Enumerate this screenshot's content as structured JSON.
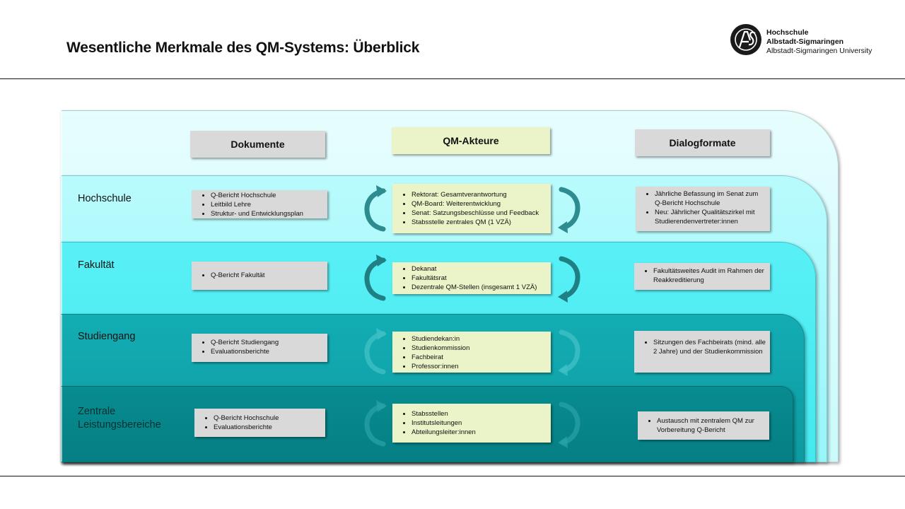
{
  "title": "Wesentliche Merkmale des QM-Systems: Überblick",
  "logo": {
    "line1": "Hochschule",
    "line2": "Albstadt-Sigmaringen",
    "line3": "Albstadt-Sigmaringen University",
    "mark": "AS"
  },
  "headers": {
    "dokumente": "Dokumente",
    "akteure": "QM-Akteure",
    "dialog": "Dialogformate"
  },
  "rows": [
    {
      "label": "Hochschule",
      "dokumente": [
        "Q-Bericht Hochschule",
        "Leitbild Lehre",
        "Struktur- und Entwicklungsplan"
      ],
      "akteure": [
        "Rektorat: Gesamtverantwortung",
        "QM-Board: Weiterentwicklung",
        "Senat: Satzungsbeschlüsse und Feedback",
        "Stabsstelle zentrales QM (1 VZÄ)"
      ],
      "dialog": [
        "Jährliche Befassung im Senat zum Q-Bericht Hochschule",
        "Neu: Jährlicher Qualitätszirkel mit Studierendenvertreter:innen"
      ]
    },
    {
      "label": "Fakultät",
      "dokumente": [
        "Q-Bericht Fakultät"
      ],
      "akteure": [
        "Dekanat",
        "Fakultätsrat",
        "Dezentrale QM-Stellen (insgesamt 1 VZÄ)"
      ],
      "dialog": [
        "Fakultätsweites Audit im Rahmen der Reakkreditierung"
      ]
    },
    {
      "label": "Studiengang",
      "dokumente": [
        "Q-Bericht Studiengang",
        "Evaluationsberichte"
      ],
      "akteure": [
        "Studiendekan:in",
        "Studienkommission",
        "Fachbeirat",
        "Professor:innen"
      ],
      "dialog": [
        "Sitzungen des Fachbeirats (mind. alle 2 Jahre) und der Studienkommission"
      ]
    },
    {
      "label_lines": [
        "Zentrale",
        "Leistungsbereiche"
      ],
      "dokumente": [
        "Q-Bericht Hochschule",
        "Evaluationsberichte"
      ],
      "akteure": [
        "Stabsstellen",
        "Institutsleitungen",
        "Abteilungsleiter:innen"
      ],
      "dialog": [
        "Austausch mit zentralem QM zur Vorbereitung Q-Bericht"
      ]
    }
  ],
  "colors": {
    "band_top": "#d8fcfd",
    "band_hochschule": "#a8f8fb",
    "band_fakultaet": "#4eedf3",
    "band_studiengang": "#11a4aa",
    "band_zentrale": "#06868a",
    "box_gray": "#d9d9d9",
    "box_green": "#ebf4c8",
    "arrow": "#2e8c90"
  }
}
